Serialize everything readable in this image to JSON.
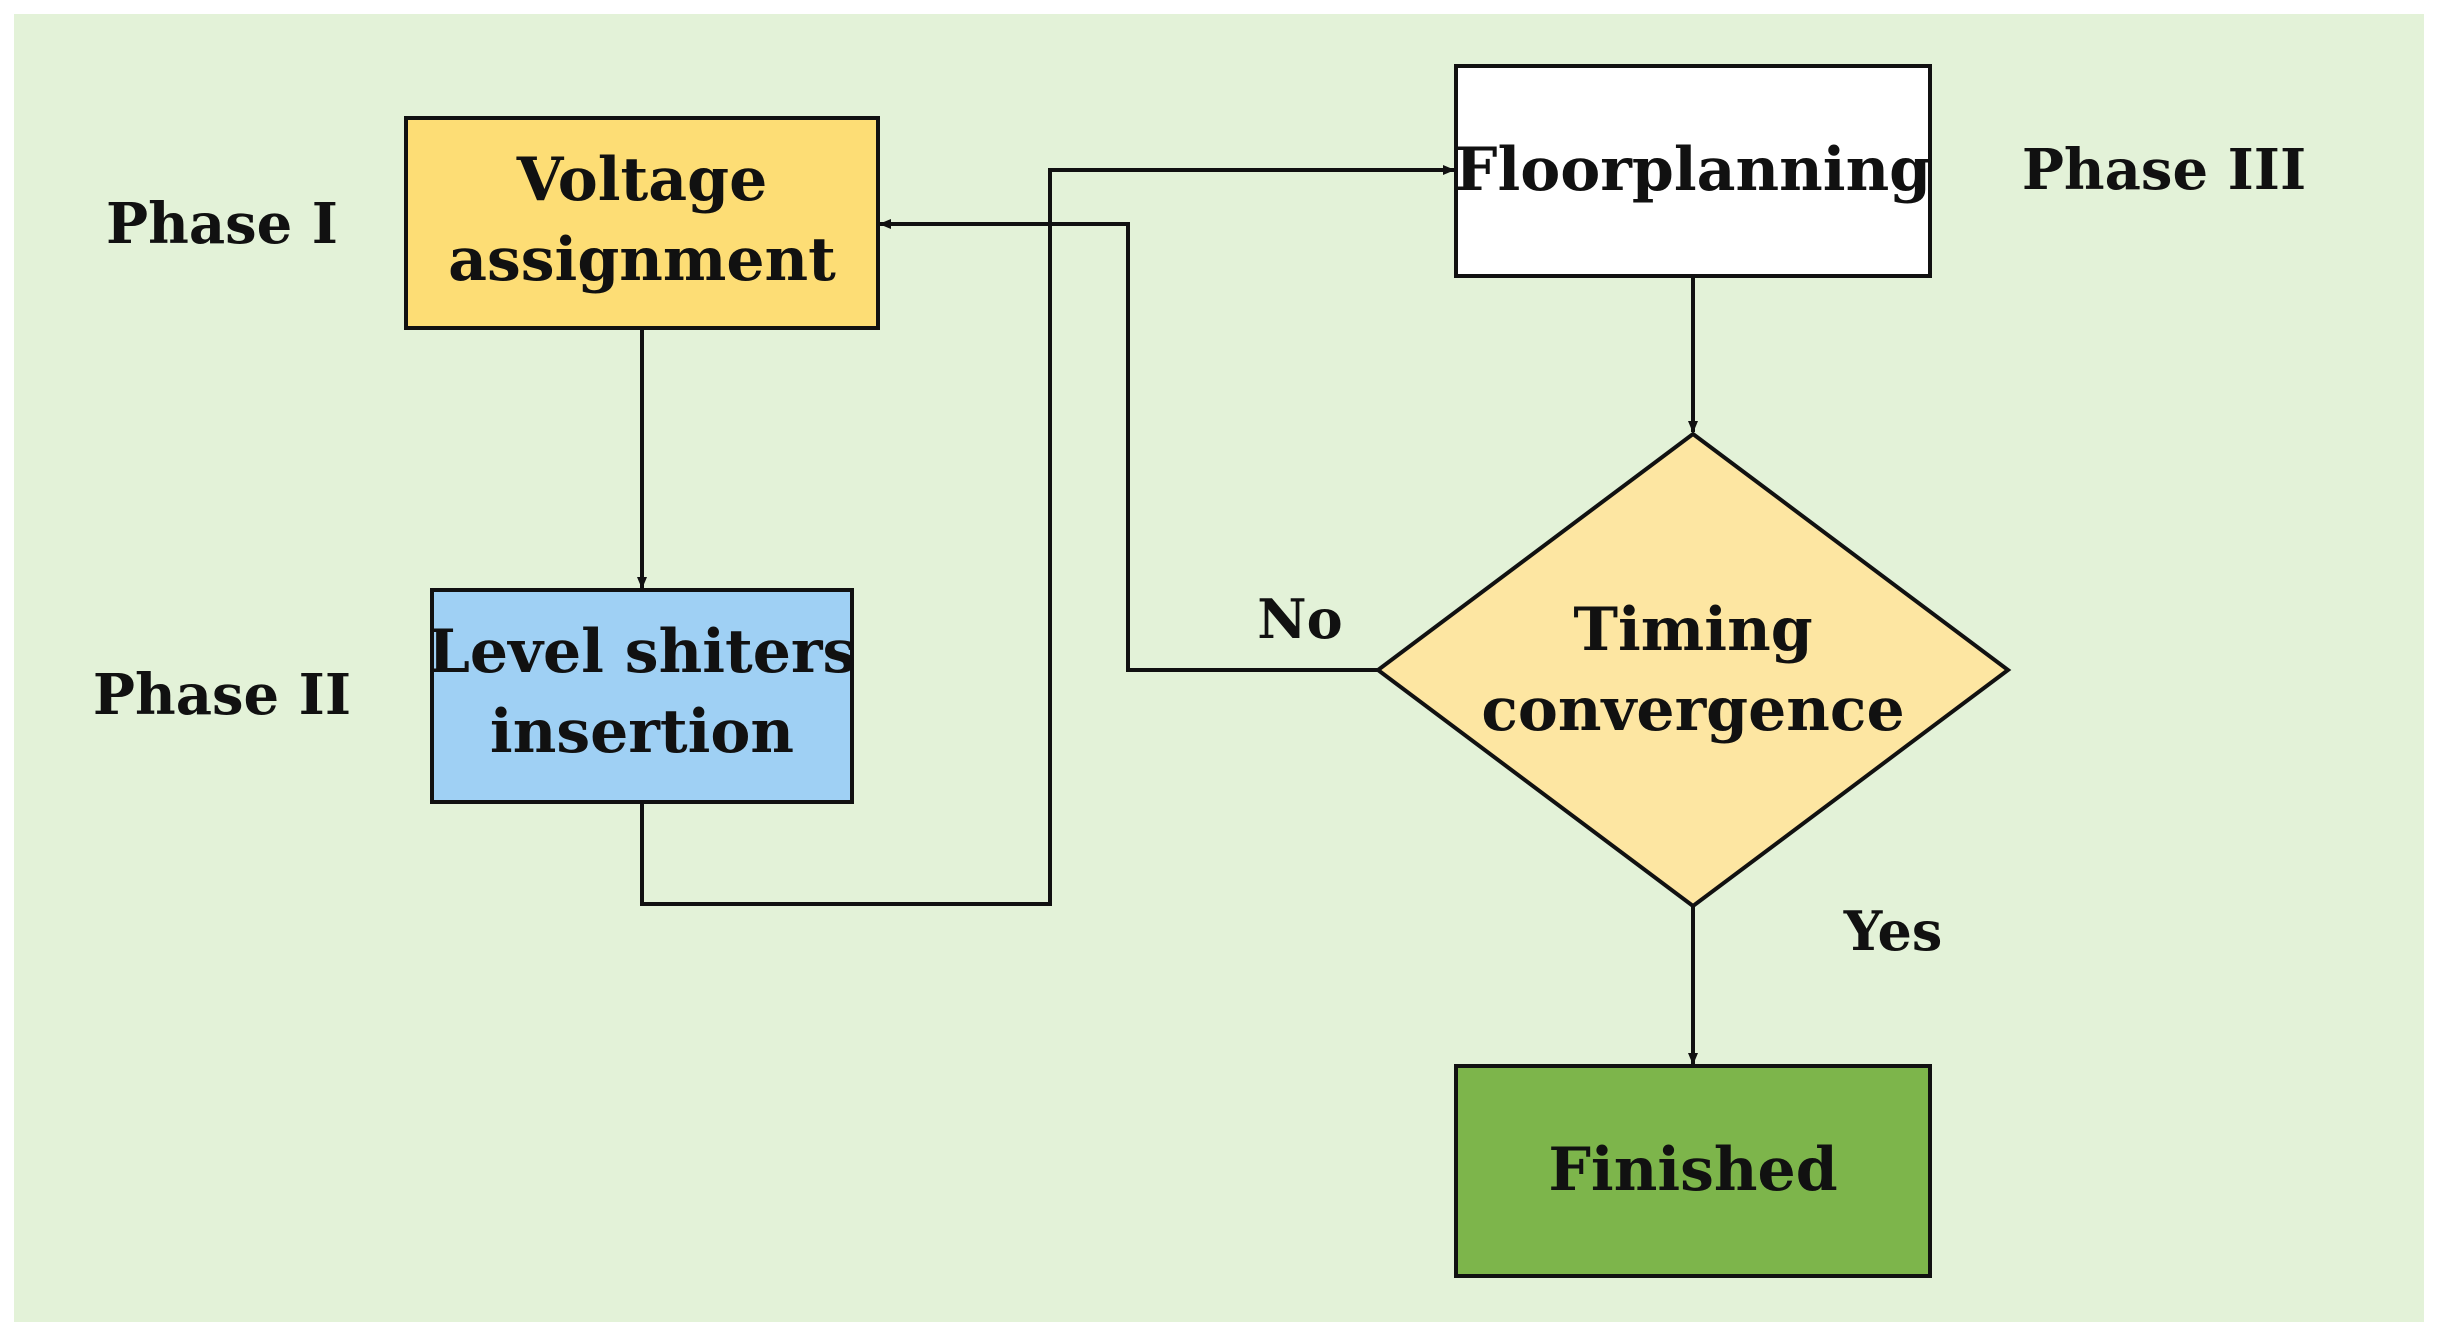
{
  "diagram": {
    "colors": {
      "background": "#e3f2d8",
      "voltage": "#fddd75",
      "level": "#9fd0f4",
      "floorplan": "#ffffff",
      "timing": "#fde6a2",
      "finished": "#7db54b",
      "line": "#111111"
    },
    "nodes": {
      "voltage": {
        "line1": "Voltage",
        "line2": "assignment"
      },
      "level": {
        "line1": "Level shiters",
        "line2": "insertion"
      },
      "floorplan": {
        "label": "Floorplanning"
      },
      "timing": {
        "line1": "Timing",
        "line2": "convergence"
      },
      "finished": {
        "label": "Finished"
      }
    },
    "phases": {
      "p1": "Phase I",
      "p2": "Phase II",
      "p3": "Phase III"
    },
    "edges": {
      "no": "No",
      "yes": "Yes"
    }
  }
}
